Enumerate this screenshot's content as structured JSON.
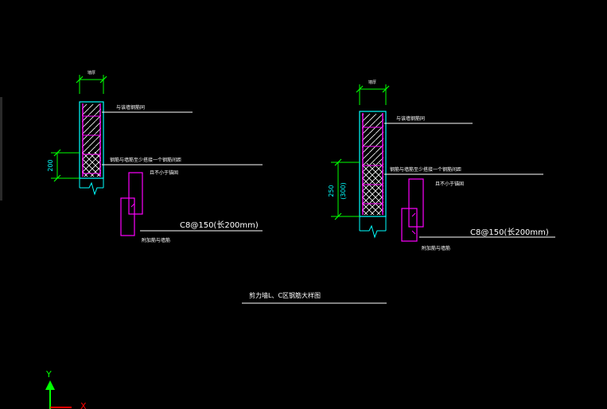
{
  "colors": {
    "background": "#000000",
    "wall": "#00ffff",
    "rebar": "#ff00ff",
    "dimension": "#00ff00",
    "text": "#ffffff",
    "leader": "#ffffff",
    "axis_x": "#ff0000",
    "axis_y": "#00ff00"
  },
  "title": {
    "text": "剪力墙L、C区钢筋大样图"
  },
  "detail_left": {
    "dim_top": "墙厚",
    "dim_side": "200",
    "label_1": "与该墙钢筋同",
    "label_2": "钢筋与墙筋至少搭接一个钢筋间距",
    "label_3": "且不小于锚固",
    "label_rebar": "C8@150(长200mm)",
    "label_bottom": "附加筋与墙筋"
  },
  "detail_right": {
    "dim_top": "墙厚",
    "dim_side_a": "250",
    "dim_side_b": "(300)",
    "label_1": "与该墙钢筋同",
    "label_2": "钢筋与墙筋至少搭接一个钢筋间距",
    "label_3": "且不小于锚固",
    "label_rebar": "C8@150(长200mm)",
    "label_bottom": "附加筋与墙筋"
  },
  "axes": {
    "y_label": "Y",
    "x_label": "X"
  }
}
